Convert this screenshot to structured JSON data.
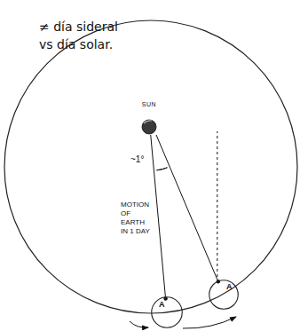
{
  "diagram": {
    "nodes": [
      {
        "text": [
          "SUN"
        ]
      },
      {
        "text": [
          "A"
        ]
      },
      {
        "text": [
          "A"
        ]
      }
    ],
    "edges": [
      {
        "from": 0,
        "to": 1,
        "arrow": "none"
      },
      {
        "from": 0,
        "to": 2,
        "arrow": "none"
      }
    ],
    "labels": [
      "≠ día sideral vs día solar.",
      "~1°",
      "MOTION OF EARTH IN 1 DAY"
    ]
  }
}
